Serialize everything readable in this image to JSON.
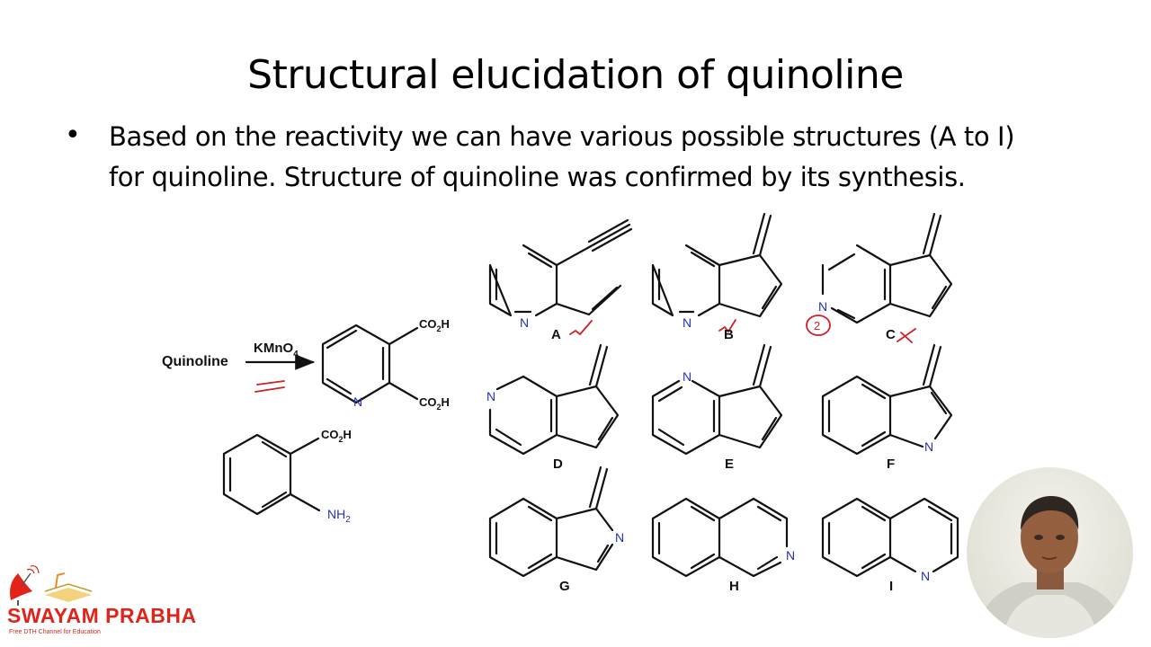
{
  "slide": {
    "title": "Structural elucidation of quinoline",
    "bullet_symbol": "•",
    "bullet_lines": [
      "Based on the reactivity we can have various possible structures (A to I)",
      "for quinoline. Structure of quinoline was confirmed by its synthesis."
    ]
  },
  "reaction": {
    "reactant": "Quinoline",
    "reagent": "KMnO",
    "reagent_sub": "4",
    "product_ring_atom": "N",
    "co2h_prefix": "CO",
    "co2h_sub": "2",
    "co2h_suffix": "H",
    "nh2_main": "NH",
    "nh2_sub": "2"
  },
  "structures": {
    "A": "A",
    "B": "B",
    "C": "C",
    "D": "D",
    "E": "E",
    "F": "F",
    "G": "G",
    "H": "H",
    "I": "I",
    "heteroatom": "N"
  },
  "annotation_marks": {
    "circled_number": "2"
  },
  "colors": {
    "bond": "#111111",
    "nitrogen": "#2431b8",
    "annotation_red": "#d21f26",
    "logo_red": "#e2231a"
  },
  "logo": {
    "brand": "SWAYAM PRABHA",
    "tagline": "Free DTH Channel for Education"
  },
  "icons": [
    "satellite-dish-icon",
    "open-book-icon",
    "presenter-video"
  ]
}
